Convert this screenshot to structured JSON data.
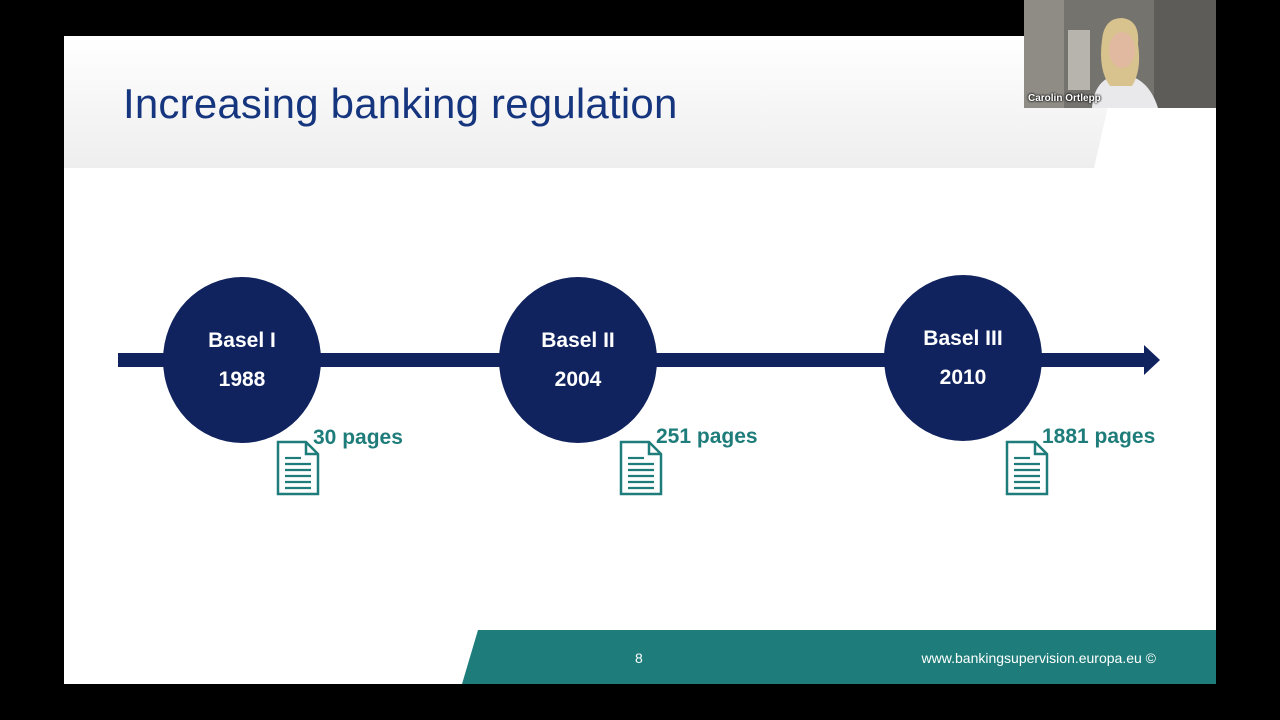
{
  "slide": {
    "title": "Increasing banking regulation",
    "page_number": "8",
    "footer_url": "www.bankingsupervision.europa.eu ©",
    "milestones": [
      {
        "name": "Basel I",
        "year": "1988",
        "pages": "30 pages"
      },
      {
        "name": "Basel II",
        "year": "2004",
        "pages": "251 pages"
      },
      {
        "name": "Basel III",
        "year": "2010",
        "pages": "1881 pages"
      }
    ],
    "colors": {
      "title": "#16357f",
      "timeline": "#10235e",
      "accent_teal": "#1e7d7a",
      "header_band": "#f2f2f2"
    }
  },
  "video_tile": {
    "participant_name": "Carolin Ortlepp"
  }
}
